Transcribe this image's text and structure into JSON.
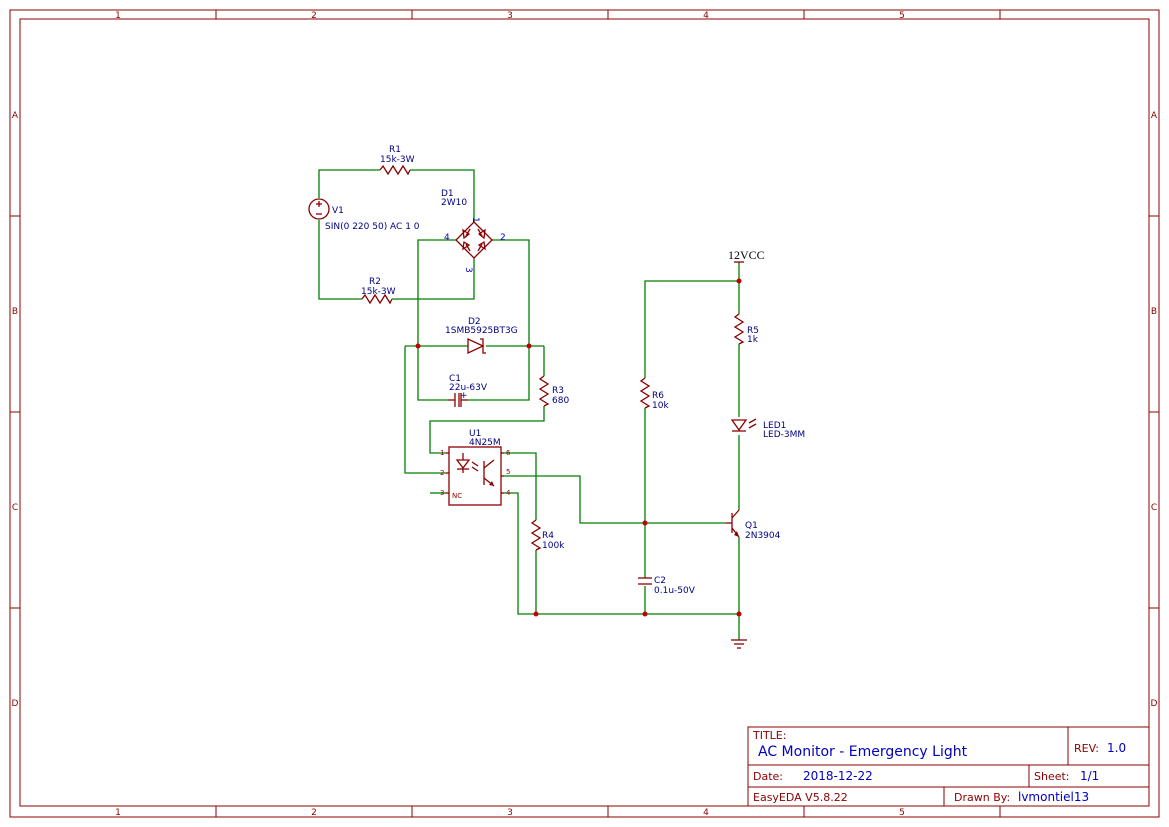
{
  "frame": {
    "columns": [
      "1",
      "2",
      "3",
      "4",
      "5"
    ],
    "rows": [
      "A",
      "B",
      "C",
      "D"
    ]
  },
  "title_block": {
    "title_label": "TITLE:",
    "title": "AC Monitor - Emergency Light",
    "rev_label": "REV:",
    "rev": "1.0",
    "date_label": "Date:",
    "date": "2018-12-22",
    "sheet_label": "Sheet:",
    "sheet": "1/1",
    "tool": "EasyEDA V5.8.22",
    "drawn_label": "Drawn By:",
    "drawn_by": "lvmontiel13"
  },
  "components": {
    "r1": {
      "ref": "R1",
      "value": "15k-3W"
    },
    "r2": {
      "ref": "R2",
      "value": "15k-3W"
    },
    "v1": {
      "ref": "V1",
      "value": "SIN(0 220 50) AC 1 0"
    },
    "d1": {
      "ref": "D1",
      "value": "2W10",
      "pins": [
        "1",
        "2",
        "3",
        "4"
      ]
    },
    "d2": {
      "ref": "D2",
      "value": "1SMB5925BT3G"
    },
    "c1": {
      "ref": "C1",
      "value": "22u-63V"
    },
    "r3": {
      "ref": "R3",
      "value": "680"
    },
    "u1": {
      "ref": "U1",
      "value": "4N25M",
      "pins": [
        "1",
        "2",
        "3",
        "4",
        "5",
        "6"
      ],
      "nc_label": "NC"
    },
    "r4": {
      "ref": "R4",
      "value": "100k"
    },
    "r6": {
      "ref": "R6",
      "value": "10k"
    },
    "c2": {
      "ref": "C2",
      "value": "0.1u-50V"
    },
    "r5": {
      "ref": "R5",
      "value": "1k"
    },
    "led1": {
      "ref": "LED1",
      "value": "LED-3MM"
    },
    "q1": {
      "ref": "Q1",
      "value": "2N3904"
    }
  },
  "nets": {
    "vcc": "12VCC"
  },
  "colors": {
    "frame": "#8b0000",
    "wire": "#008000",
    "label": "#000080",
    "title_text": "#0000c0",
    "junction": "#c00000"
  }
}
